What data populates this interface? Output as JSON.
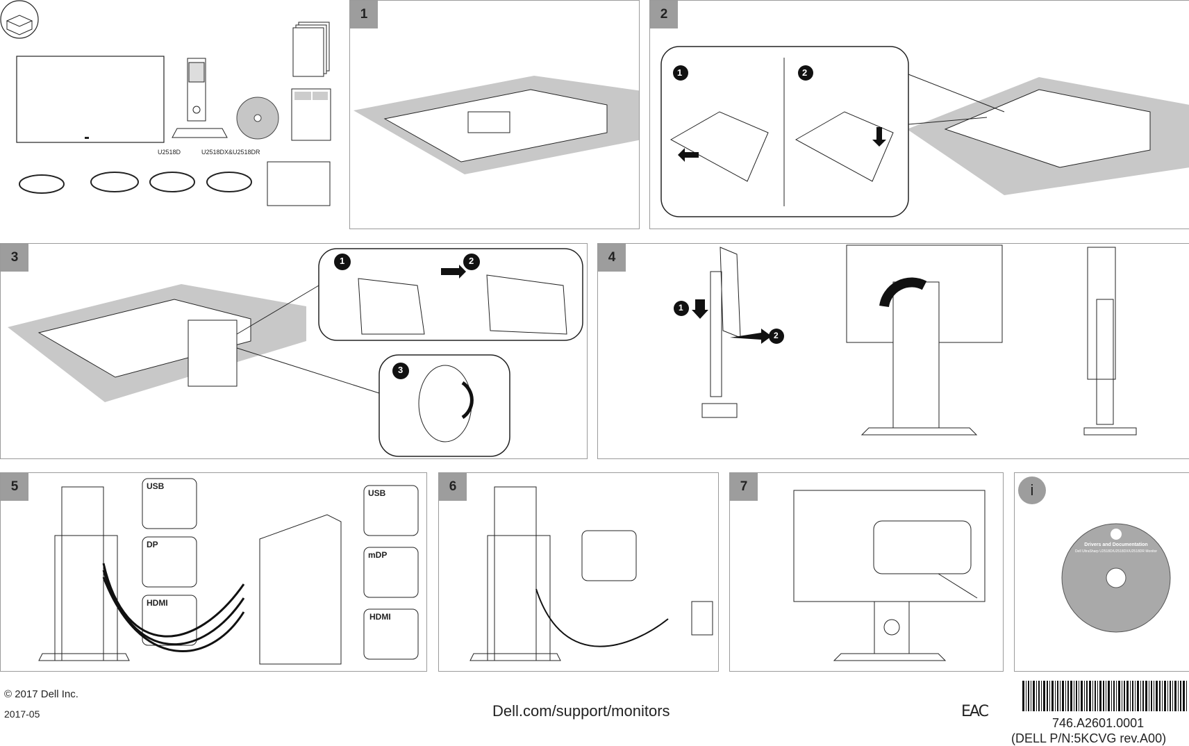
{
  "steps": {
    "s1": "1",
    "s2": "2",
    "s3": "3",
    "s4": "4",
    "s5": "5",
    "s6": "6",
    "s7": "7",
    "info": "i"
  },
  "box_contents": {
    "label_u2518d": "U2518D",
    "label_u2518dx": "U2518DX&U2518DR"
  },
  "sub_steps": {
    "one": "1",
    "two": "2",
    "three": "3"
  },
  "step5": {
    "monitor_ports": [
      "USB",
      "DP",
      "HDMI"
    ],
    "computer_ports": [
      "USB",
      "mDP",
      "HDMI"
    ]
  },
  "cd": {
    "title": "Drivers and Documentation",
    "subtitle": "Dell UltraSharp U2518D/U2518DX/U2518DR Monitor"
  },
  "footer": {
    "copyright": "© 2017 Dell Inc.",
    "date": "2017-05",
    "url": "Dell.com/support/monitors",
    "eac": "EAC",
    "part_number": "746.A2601.0001",
    "dell_pn": "(DELL P/N:5KCVG rev.A00)"
  },
  "colors": {
    "step_badge": "#9d9d9d",
    "panel_border": "#9a9a9a",
    "table_shade": "#c8c8c8",
    "cd_gray": "#a9a9a9"
  }
}
